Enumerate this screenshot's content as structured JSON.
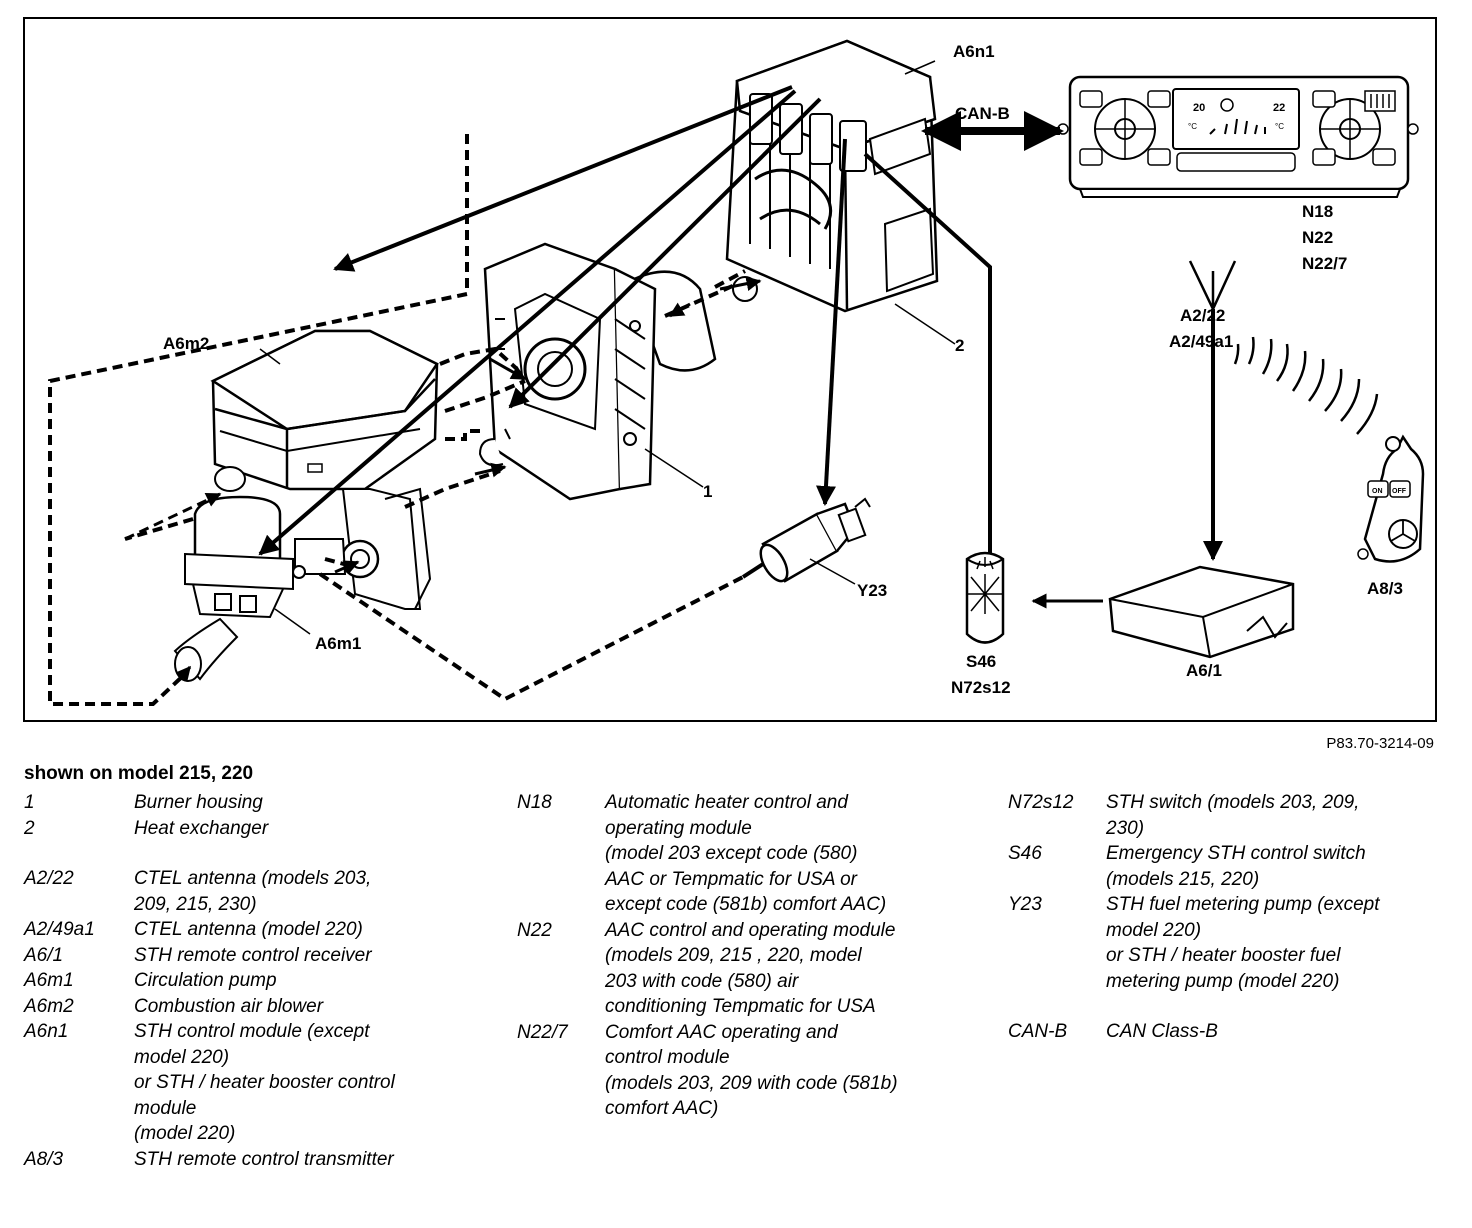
{
  "labels": {
    "A6n1": "A6n1",
    "CANB": "CAN-B",
    "N18": "N18",
    "N22": "N22",
    "N22_7": "N22/7",
    "A2_22": "A2/22",
    "A2_49a1": "A2/49a1",
    "A6m2": "A6m2",
    "n2": "2",
    "n1": "1",
    "A8_3": "A8/3",
    "Y23": "Y23",
    "S46": "S46",
    "N72s12": "N72s12",
    "A6_1": "A6/1",
    "A6m1": "A6m1"
  },
  "panel_display": {
    "left": "20",
    "right": "22",
    "unit_left": "°C",
    "unit_right": "°C"
  },
  "remote_buttons": {
    "on": "ON",
    "off": "OFF"
  },
  "ref_code": "P83.70-3214-09",
  "caption": "shown on model 215, 220",
  "legend": {
    "col1": [
      {
        "code": "1",
        "desc": "Burner housing"
      },
      {
        "code": "2",
        "desc": "Heat exchanger"
      },
      {
        "code": "A2/22",
        "desc": "CTEL antenna (models 203,\n209, 215, 230)"
      },
      {
        "code": "A2/49a1",
        "desc": "CTEL antenna (model 220)"
      },
      {
        "code": "A6/1",
        "desc": "STH remote control receiver"
      },
      {
        "code": "A6m1",
        "desc": "Circulation pump"
      },
      {
        "code": "A6m2",
        "desc": "Combustion air blower"
      },
      {
        "code": "A6n1",
        "desc": "STH control module (except\nmodel 220)\nor STH / heater booster control\nmodule\n(model 220)"
      },
      {
        "code": "A8/3",
        "desc": "STH remote control transmitter"
      }
    ],
    "col2": [
      {
        "code": "N18",
        "desc": "Automatic heater control and\noperating module\n(model 203 except code (580)\nAAC or Tempmatic for USA or\nexcept code (581b) comfort AAC)"
      },
      {
        "code": "N22",
        "desc": "AAC control and operating module\n(models 209, 215 , 220, model\n203 with code (580) air\nconditioning Tempmatic for USA"
      },
      {
        "code": "N22/7",
        "desc": "Comfort AAC operating and\ncontrol module\n(models 203, 209 with code (581b)\ncomfort AAC)"
      }
    ],
    "col3": [
      {
        "code": "N72s12",
        "desc": "STH switch (models 203, 209,\n230)"
      },
      {
        "code": "S46",
        "desc": "Emergency STH control switch\n(models 215, 220)"
      },
      {
        "code": "Y23",
        "desc": "STH fuel metering pump (except\nmodel 220)\nor STH / heater booster fuel\nmetering pump (model 220)"
      },
      {
        "code": "CAN-B",
        "desc": "CAN Class-B"
      }
    ]
  }
}
